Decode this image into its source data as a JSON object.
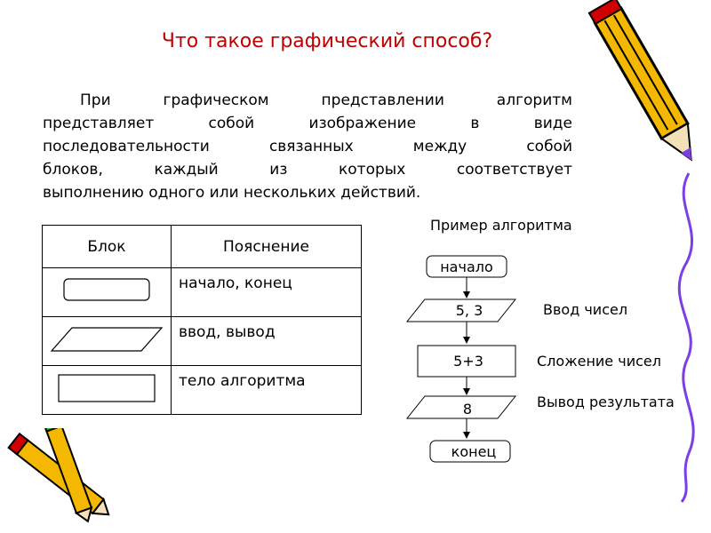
{
  "title": "Что такое графический способ?",
  "paragraph": {
    "lines": [
      "При графическом представлении алгоритм",
      "представляет собой изображение в виде",
      "последовательности связанных между собой",
      "блоков, каждый из которых соответствует",
      "выполнению одного или нескольких действий."
    ]
  },
  "legend_table": {
    "headers": [
      "Блок",
      "Пояснение"
    ],
    "rows": [
      {
        "shape": "rounded-rectangle",
        "text": "начало, конец"
      },
      {
        "shape": "parallelogram",
        "text": "ввод, вывод"
      },
      {
        "shape": "rectangle",
        "text": "тело алгоритма"
      }
    ]
  },
  "example": {
    "title": "Пример алгоритма",
    "blocks": [
      {
        "shape": "rounded-rectangle",
        "text": "начало"
      },
      {
        "shape": "parallelogram",
        "text": "5, 3",
        "note": "Ввод чисел"
      },
      {
        "shape": "rectangle",
        "text": "5+3",
        "note": "Сложение чисел"
      },
      {
        "shape": "parallelogram",
        "text": "8",
        "note": "Вывод результата"
      },
      {
        "shape": "rounded-rectangle",
        "text": "конец"
      }
    ]
  },
  "decorations": [
    "pencil-icon",
    "pencils-icon",
    "squiggle-line"
  ],
  "colors": {
    "title": "#c00000",
    "pencil_body": "#f5b800",
    "squiggle": "#7b3fe4"
  }
}
